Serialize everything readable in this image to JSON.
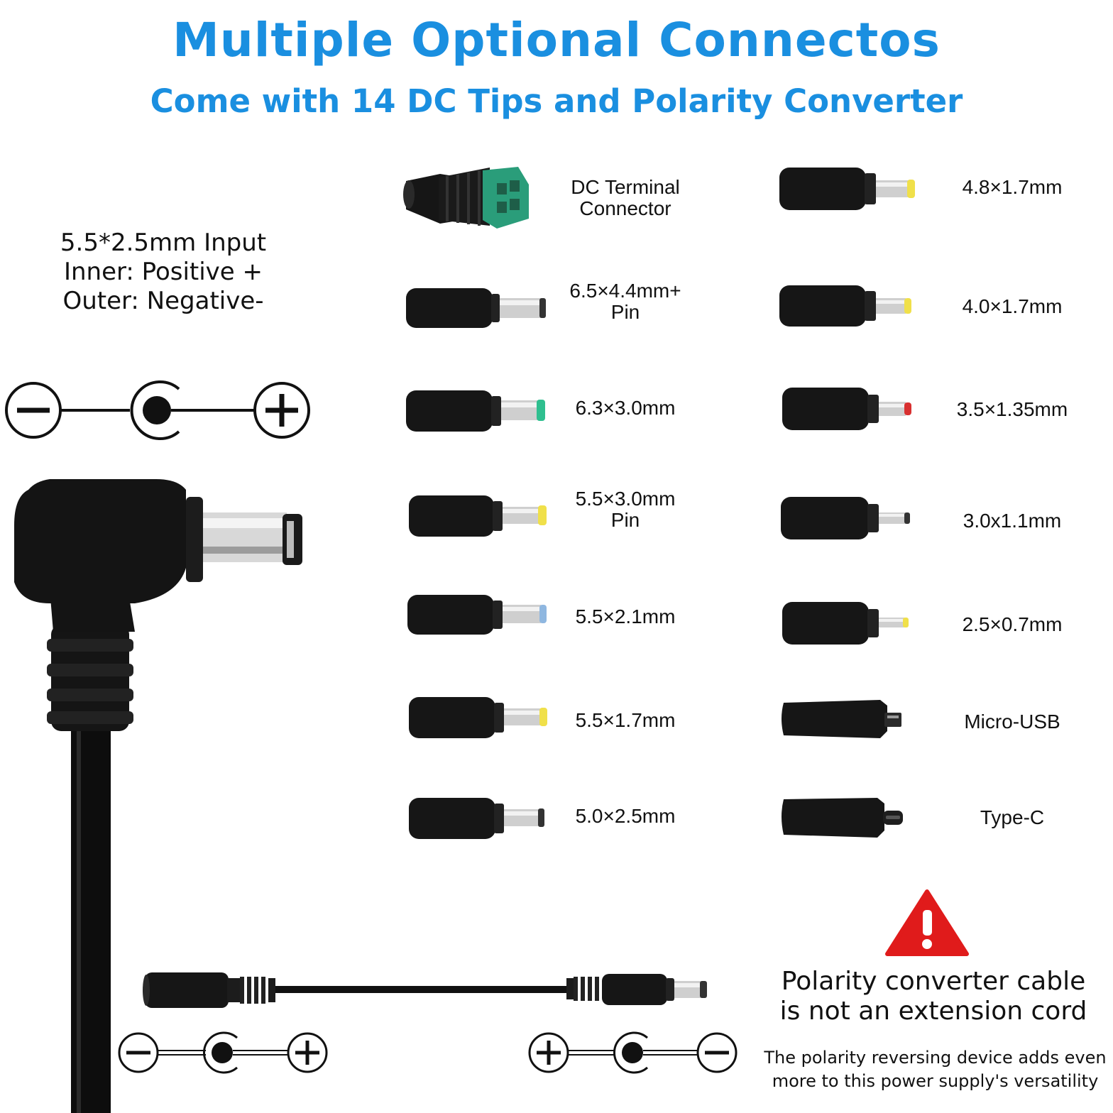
{
  "header": {
    "title": "Multiple Optional Connectos",
    "subtitle": "Come with 14 DC Tips and Polarity Converter"
  },
  "input_spec": {
    "line1": "5.5*2.5mm Input",
    "line2": "Inner: Positive +",
    "line3": "Outer: Negative-"
  },
  "tips_left": [
    {
      "label_line1": "DC Terminal",
      "label_line2": "Connector",
      "tip_color": "#2a9d7a"
    },
    {
      "label_line1": "6.5×4.4mm+",
      "label_line2": "Pin",
      "tip_color": "#c8c8c8"
    },
    {
      "label_line1": "6.3×3.0mm",
      "label_line2": "",
      "tip_color": "#2fbf8f"
    },
    {
      "label_line1": "5.5×3.0mm",
      "label_line2": "Pin",
      "tip_color": "#f0e04a"
    },
    {
      "label_line1": "5.5×2.1mm",
      "label_line2": "",
      "tip_color": "#8fb7e0"
    },
    {
      "label_line1": "5.5×1.7mm",
      "label_line2": "",
      "tip_color": "#f0e04a"
    },
    {
      "label_line1": "5.0×2.5mm",
      "label_line2": "",
      "tip_color": "#c8c8c8"
    }
  ],
  "tips_right": [
    {
      "label_line1": "4.8×1.7mm",
      "tip_color": "#f0e04a"
    },
    {
      "label_line1": "4.0×1.7mm",
      "tip_color": "#f0e04a"
    },
    {
      "label_line1": "3.5×1.35mm",
      "tip_color": "#d83030"
    },
    {
      "label_line1": "3.0x1.1mm",
      "tip_color": "#c8c8c8"
    },
    {
      "label_line1": "2.5×0.7mm",
      "tip_color": "#f0e04a"
    },
    {
      "label_line1": "Micro-USB",
      "tip_color": "#c8c8c8"
    },
    {
      "label_line1": "Type-C",
      "tip_color": "#c8c8c8"
    }
  ],
  "warning": {
    "icon": "warning-triangle-icon",
    "color": "#e01b1b",
    "title_line1": "Polarity converter cable",
    "title_line2": "is not an extension cord",
    "body_line1": "The polarity reversing device adds even",
    "body_line2": "more to this power supply's versatility"
  },
  "colors": {
    "accent": "#1a8fe0",
    "connector_body": "#151515"
  }
}
